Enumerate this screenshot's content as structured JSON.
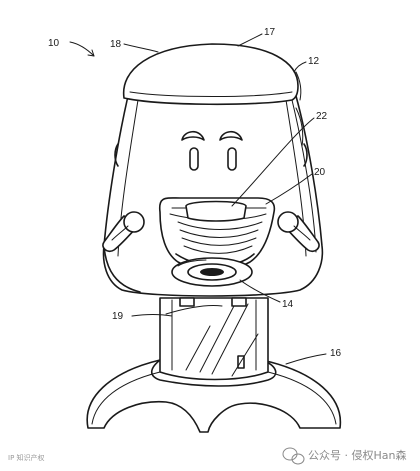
{
  "figure": {
    "reference_numerals": {
      "device": "10",
      "dome": "17",
      "dome_seam": "18",
      "housing": "12",
      "window": "22",
      "front_cup": "20",
      "outlet": "14",
      "column": "19",
      "base": "16"
    }
  },
  "watermarks": {
    "left_logo": "IP 知识产权",
    "right_text": "公众号 · 侵权Han森",
    "right_icon": "wechat-icon"
  }
}
